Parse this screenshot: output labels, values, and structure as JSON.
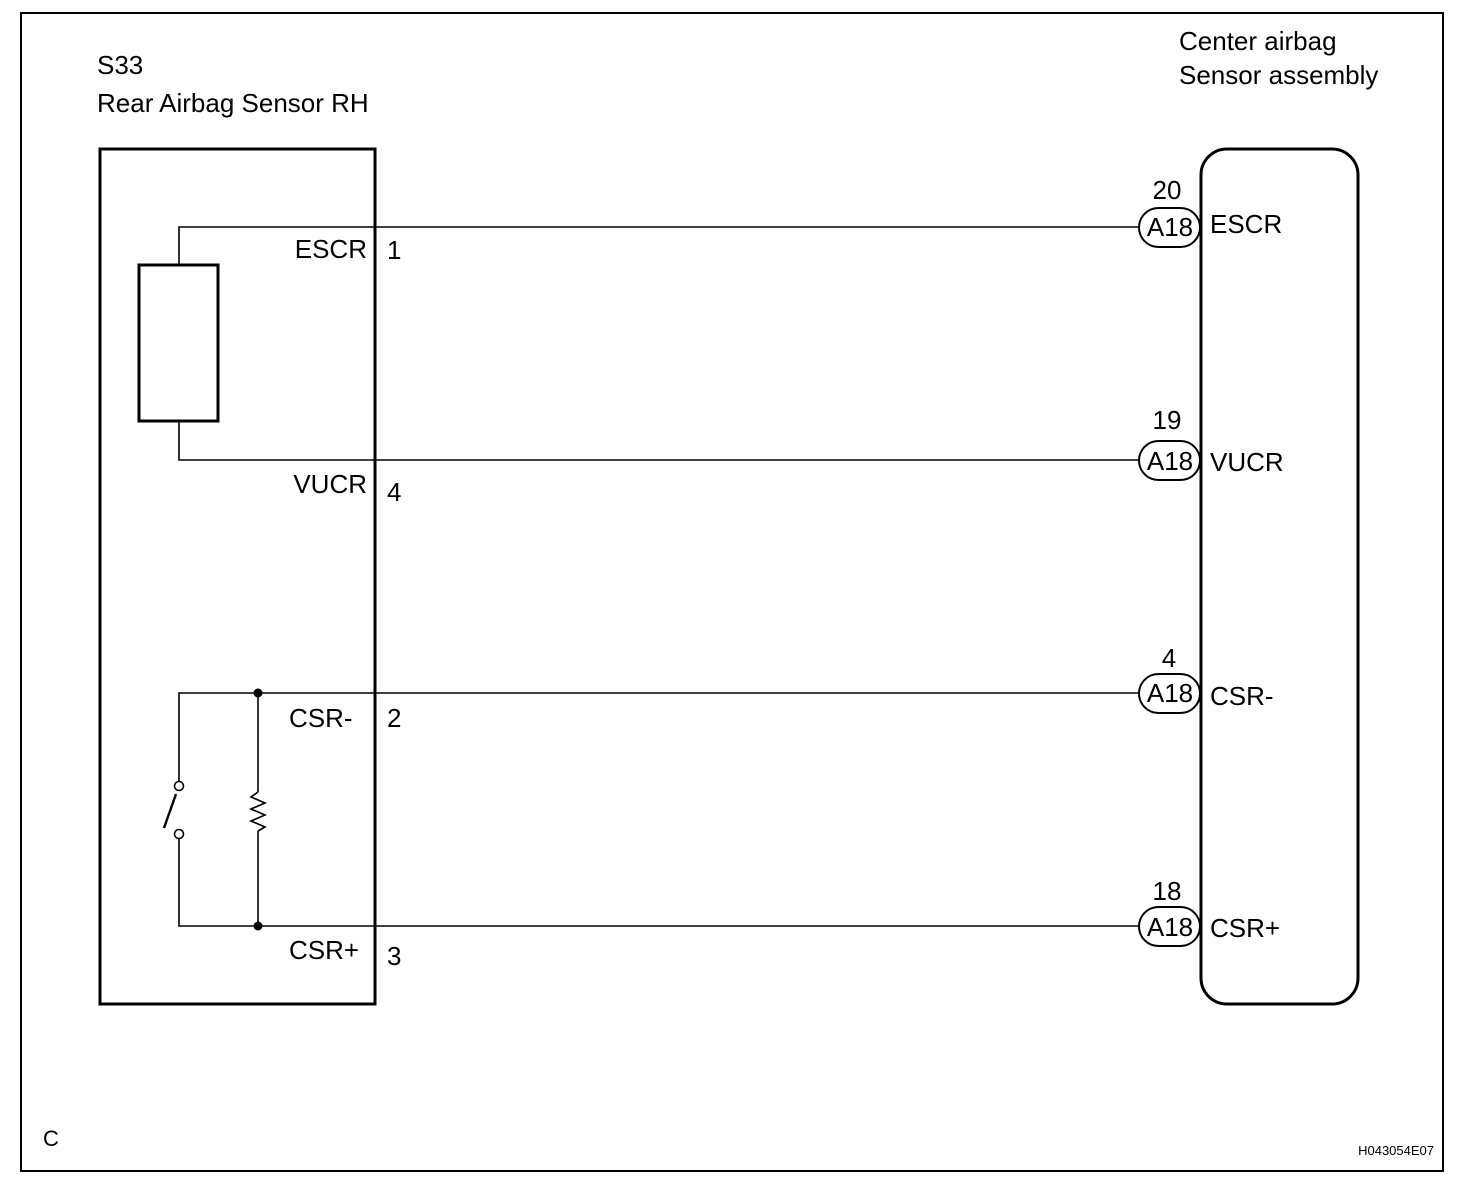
{
  "frame": {
    "corner_letter": "C",
    "figure_code": "H043054E07"
  },
  "left_component": {
    "code": "S33",
    "name": "Rear Airbag Sensor RH",
    "pins": [
      {
        "signal": "ESCR",
        "pin": "1"
      },
      {
        "signal": "VUCR",
        "pin": "4"
      },
      {
        "signal": "CSR-",
        "pin": "2"
      },
      {
        "signal": "CSR+",
        "pin": "3"
      }
    ]
  },
  "right_component": {
    "name_line1": "Center airbag",
    "name_line2": "Sensor assembly",
    "pins": [
      {
        "connector": "A18",
        "pin": "20",
        "signal": "ESCR"
      },
      {
        "connector": "A18",
        "pin": "19",
        "signal": "VUCR"
      },
      {
        "connector": "A18",
        "pin": "4",
        "signal": "CSR-"
      },
      {
        "connector": "A18",
        "pin": "18",
        "signal": "CSR+"
      }
    ]
  }
}
